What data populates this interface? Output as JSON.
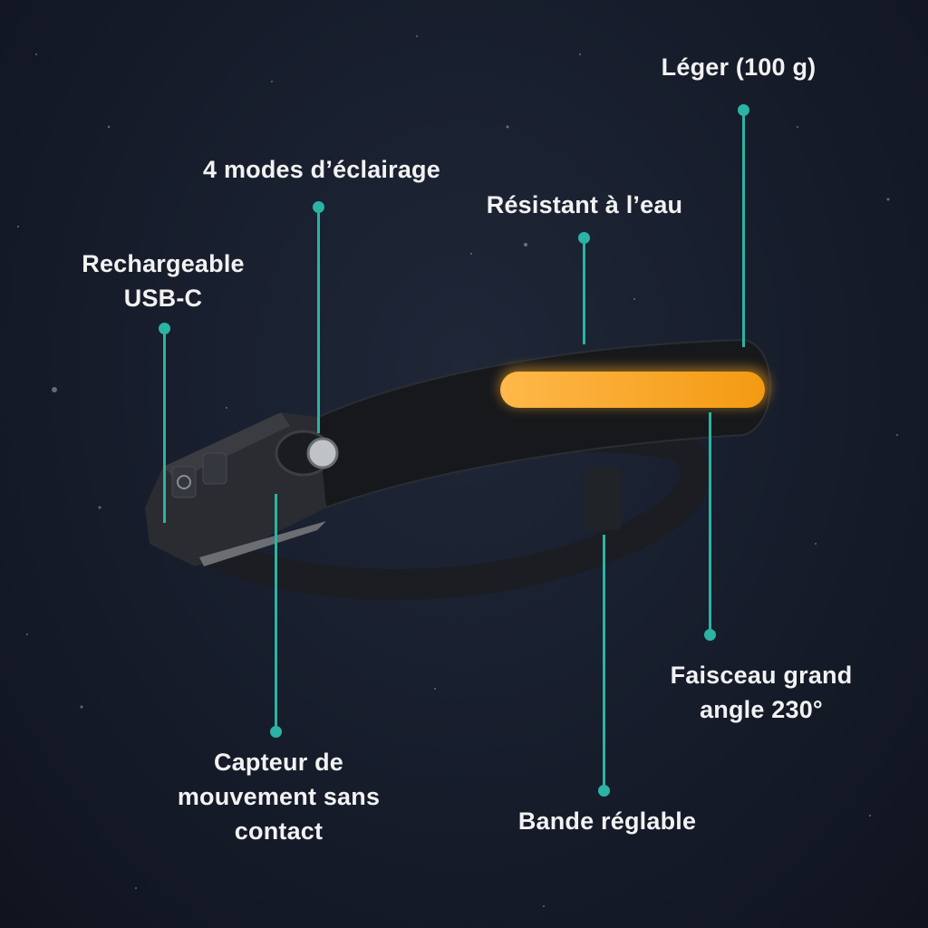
{
  "infographic": {
    "accent_color": "#2bb3a3",
    "beam_color": "#f5a623",
    "background_color": "#161c2a",
    "product": "headlamp with wide-angle LED band",
    "callouts": [
      {
        "id": "weight",
        "lines": [
          "Léger (100 g)"
        ]
      },
      {
        "id": "modes",
        "lines": [
          "4 modes d’éclairage"
        ]
      },
      {
        "id": "waterproof",
        "lines": [
          "Résistant à l’eau"
        ]
      },
      {
        "id": "usb",
        "lines": [
          "Rechargeable",
          "USB-C"
        ]
      },
      {
        "id": "beam",
        "lines": [
          "Faisceau grand",
          "angle 230°"
        ]
      },
      {
        "id": "sensor",
        "lines": [
          "Capteur de",
          "mouvement sans",
          "contact"
        ]
      },
      {
        "id": "strap",
        "lines": [
          "Bande réglable"
        ]
      }
    ]
  }
}
